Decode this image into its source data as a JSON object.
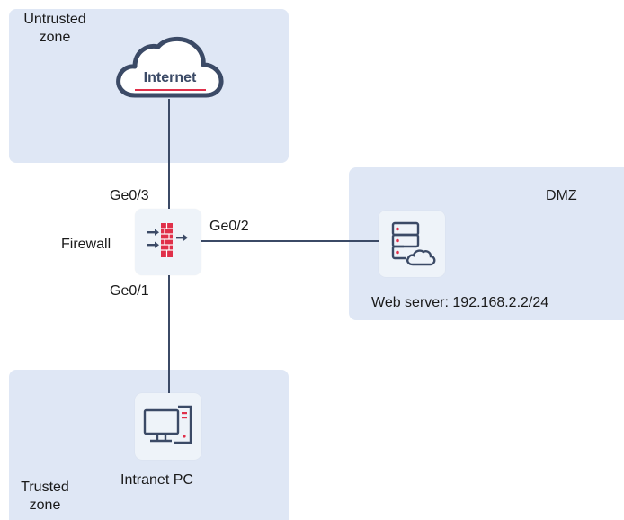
{
  "zones": {
    "untrusted": {
      "name_line1": "Untrusted",
      "name_line2": "zone"
    },
    "dmz": {
      "name": "DMZ"
    },
    "trusted": {
      "name_line1": "Trusted",
      "name_line2": "zone"
    }
  },
  "nodes": {
    "internet": {
      "label": "Internet",
      "icon": "cloud-icon"
    },
    "firewall": {
      "label": "Firewall",
      "icon": "firewall-icon"
    },
    "web_server": {
      "label": "Web server: 192.168.2.2/24",
      "icon": "server-cloud-icon"
    },
    "intranet_pc": {
      "label": "Intranet PC",
      "icon": "desktop-pc-icon"
    }
  },
  "interfaces": {
    "ge0_3": "Ge0/3",
    "ge0_2": "Ge0/2",
    "ge0_1": "Ge0/1"
  },
  "colors": {
    "zone_fill": "#dfe7f5",
    "link": "#3b4a66",
    "icon_dark": "#3b4a66",
    "accent_red": "#e0304a"
  }
}
